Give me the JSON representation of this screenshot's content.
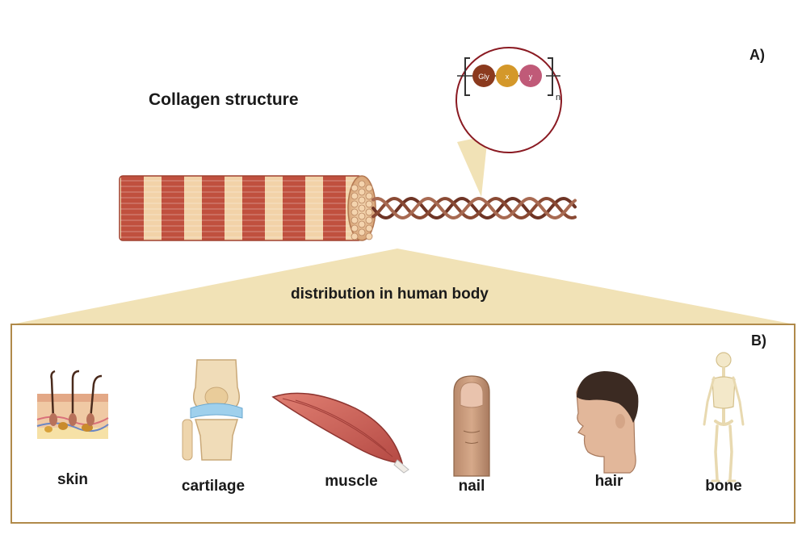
{
  "panel_a": {
    "label": "A)",
    "title": "Collagen structure",
    "tripeptide": {
      "units": [
        "Gly",
        "x",
        "y"
      ],
      "repeat": "n"
    }
  },
  "panel_b": {
    "label": "B)",
    "heading": "distribution in human body",
    "tissues": [
      {
        "label": "skin",
        "icon": "skin-icon"
      },
      {
        "label": "cartilage",
        "icon": "cartilage-icon"
      },
      {
        "label": "muscle",
        "icon": "muscle-icon"
      },
      {
        "label": "nail",
        "icon": "nail-icon"
      },
      {
        "label": "hair",
        "icon": "hair-icon"
      },
      {
        "label": "bone",
        "icon": "bone-icon"
      }
    ]
  },
  "colors": {
    "fiber_red": "#c0503e",
    "fiber_cream": "#f2d2a8",
    "helix_brown": "#7a3b2a",
    "callout": "#f1e2b6",
    "callout_border": "#8a1a22",
    "gly": "#8b3a1e",
    "x": "#d4982a",
    "y": "#c05a78",
    "frame": "#b08a4a"
  }
}
